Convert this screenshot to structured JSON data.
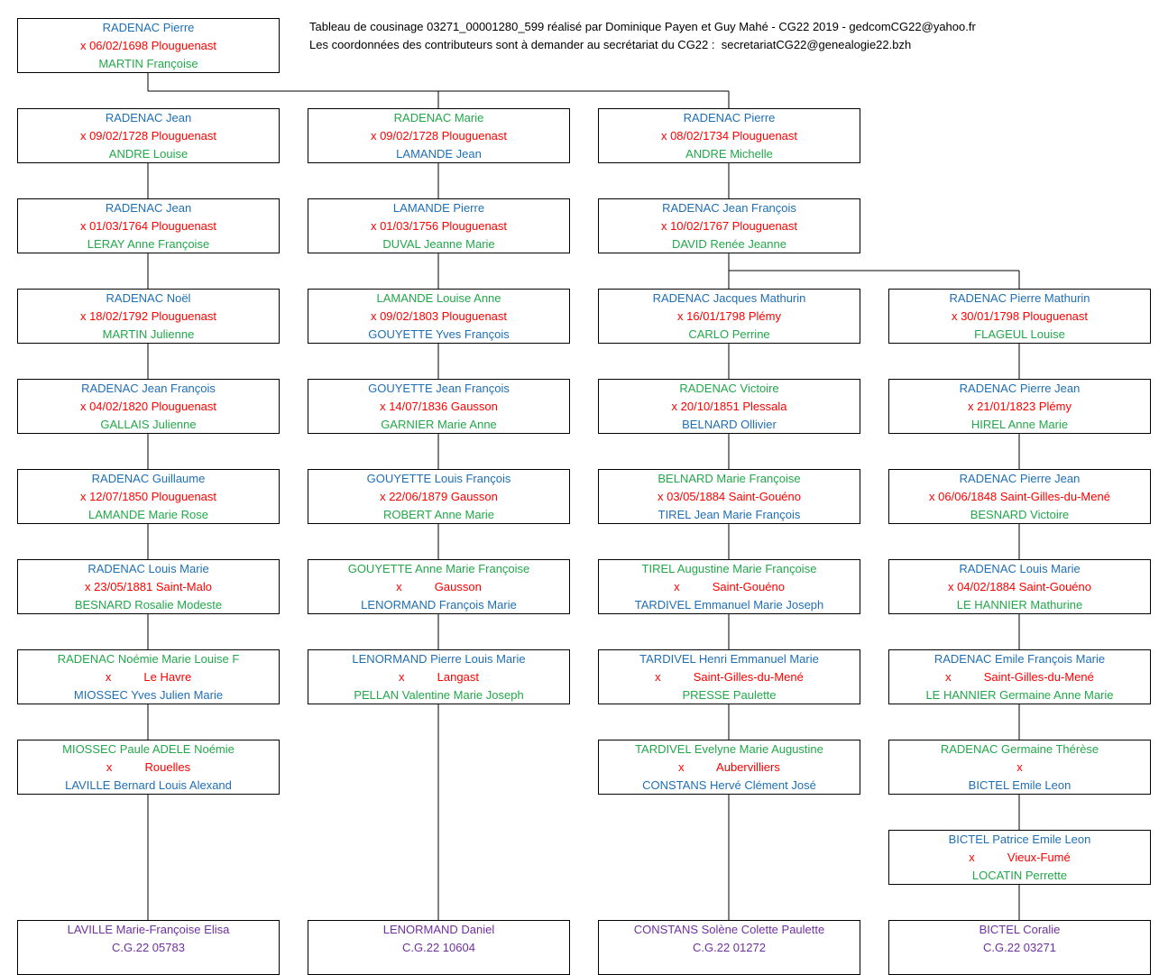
{
  "header": {
    "line1": "Tableau de cousinage 03271_00001280_599 réalisé par Dominique Payen et Guy Mahé - CG22 2019 - gedcomCG22@yahoo.fr",
    "line2": "Les coordonnées des contributeurs sont à demander au secrétariat du CG22 :  secretariatCG22@genealogie22.bzh"
  },
  "colors": {
    "blue": "#1f6fb5",
    "red": "#ff0000",
    "green": "#22a84a",
    "purple": "#7030a0",
    "line": "#000000"
  },
  "root": {
    "l1": "RADENAC Pierre",
    "c1": "blue",
    "l2": "x 06/02/1698 Plouguenast",
    "c2": "red",
    "l3": "MARTIN Françoise",
    "c3": "green"
  },
  "columns": [
    {
      "boxes": [
        {
          "l1": "RADENAC Jean",
          "c1": "blue",
          "l2": "x 09/02/1728 Plouguenast",
          "c2": "red",
          "l3": "ANDRE Louise",
          "c3": "green"
        },
        {
          "l1": "RADENAC Jean",
          "c1": "blue",
          "l2": "x 01/03/1764 Plouguenast",
          "c2": "red",
          "l3": "LERAY Anne Françoise",
          "c3": "green"
        },
        {
          "l1": "RADENAC Noël",
          "c1": "blue",
          "l2": "x 18/02/1792 Plouguenast",
          "c2": "red",
          "l3": "MARTIN Julienne",
          "c3": "green"
        },
        {
          "l1": "RADENAC Jean François",
          "c1": "blue",
          "l2": "x 04/02/1820 Plouguenast",
          "c2": "red",
          "l3": "GALLAIS Julienne",
          "c3": "green"
        },
        {
          "l1": "RADENAC Guillaume",
          "c1": "blue",
          "l2": "x 12/07/1850 Plouguenast",
          "c2": "red",
          "l3": "LAMANDE Marie Rose",
          "c3": "green"
        },
        {
          "l1": "RADENAC Louis Marie",
          "c1": "blue",
          "l2": "x 23/05/1881 Saint-Malo",
          "c2": "red",
          "l3": "BESNARD Rosalie Modeste",
          "c3": "green"
        },
        {
          "l1": "RADENAC Noémie Marie Louise F",
          "c1": "green",
          "l2": "x          Le Havre",
          "c2": "red",
          "l3": "MIOSSEC Yves Julien Marie",
          "c3": "blue"
        },
        {
          "l1": "MIOSSEC Paule ADELE Noémie",
          "c1": "green",
          "l2": "x          Rouelles",
          "c2": "red",
          "l3": "LAVILLE Bernard Louis Alexand",
          "c3": "blue"
        }
      ],
      "final": {
        "l1": "LAVILLE Marie-Françoise Elisa",
        "l2": "C.G.22 05783"
      }
    },
    {
      "boxes": [
        {
          "l1": "RADENAC Marie",
          "c1": "green",
          "l2": "x 09/02/1728 Plouguenast",
          "c2": "red",
          "l3": "LAMANDE Jean",
          "c3": "blue"
        },
        {
          "l1": "LAMANDE Pierre",
          "c1": "blue",
          "l2": "x 01/03/1756 Plouguenast",
          "c2": "red",
          "l3": "DUVAL Jeanne Marie",
          "c3": "green"
        },
        {
          "l1": "LAMANDE Louise Anne",
          "c1": "green",
          "l2": "x 09/02/1803 Plouguenast",
          "c2": "red",
          "l3": "GOUYETTE Yves François",
          "c3": "blue"
        },
        {
          "l1": "GOUYETTE Jean François",
          "c1": "blue",
          "l2": "x 14/07/1836 Gausson",
          "c2": "red",
          "l3": "GARNIER Marie Anne",
          "c3": "green"
        },
        {
          "l1": "GOUYETTE Louis François",
          "c1": "blue",
          "l2": "x 22/06/1879 Gausson",
          "c2": "red",
          "l3": "ROBERT Anne Marie",
          "c3": "green"
        },
        {
          "l1": "GOUYETTE Anne Marie Françoise",
          "c1": "green",
          "l2": "x          Gausson",
          "c2": "red",
          "l3": "LENORMAND François Marie",
          "c3": "blue"
        },
        {
          "l1": "LENORMAND Pierre Louis Marie",
          "c1": "blue",
          "l2": "x          Langast",
          "c2": "red",
          "l3": "PELLAN Valentine Marie Joseph",
          "c3": "green"
        }
      ],
      "final": {
        "l1": "LENORMAND Daniel",
        "l2": "C.G.22 10604"
      }
    },
    {
      "boxes": [
        {
          "l1": "RADENAC Pierre",
          "c1": "blue",
          "l2": "x 08/02/1734 Plouguenast",
          "c2": "red",
          "l3": "ANDRE Michelle",
          "c3": "green"
        },
        {
          "l1": "RADENAC Jean François",
          "c1": "blue",
          "l2": "x 10/02/1767 Plouguenast",
          "c2": "red",
          "l3": "DAVID Renée Jeanne",
          "c3": "green"
        },
        {
          "l1": "RADENAC Jacques Mathurin",
          "c1": "blue",
          "l2": "x 16/01/1798 Plémy",
          "c2": "red",
          "l3": "CARLO Perrine",
          "c3": "green"
        },
        {
          "l1": "RADENAC Victoire",
          "c1": "green",
          "l2": "x 20/10/1851 Plessala",
          "c2": "red",
          "l3": "BELNARD Ollivier",
          "c3": "blue"
        },
        {
          "l1": "BELNARD Marie Françoise",
          "c1": "green",
          "l2": "x 03/05/1884 Saint-Gouéno",
          "c2": "red",
          "l3": "TIREL Jean Marie François",
          "c3": "blue"
        },
        {
          "l1": "TIREL Augustine Marie Françoise",
          "c1": "green",
          "l2": "x          Saint-Gouéno",
          "c2": "red",
          "l3": "TARDIVEL Emmanuel Marie Joseph",
          "c3": "blue"
        },
        {
          "l1": "TARDIVEL Henri Emmanuel Marie",
          "c1": "blue",
          "l2": "x          Saint-Gilles-du-Mené",
          "c2": "red",
          "l3": "PRESSE Paulette",
          "c3": "green"
        },
        {
          "l1": "TARDIVEL Evelyne Marie Augustine",
          "c1": "green",
          "l2": "x          Aubervilliers",
          "c2": "red",
          "l3": "CONSTANS Hervé Clément José",
          "c3": "blue"
        }
      ],
      "final": {
        "l1": "CONSTANS Solène Colette Paulette",
        "l2": "C.G.22 01272"
      }
    },
    {
      "boxes": [
        {
          "l1": "RADENAC Pierre Mathurin",
          "c1": "blue",
          "l2": "x 30/01/1798 Plouguenast",
          "c2": "red",
          "l3": "FLAGEUL Louise",
          "c3": "green"
        },
        {
          "l1": "RADENAC Pierre Jean",
          "c1": "blue",
          "l2": "x 21/01/1823 Plémy",
          "c2": "red",
          "l3": "HIREL Anne Marie",
          "c3": "green"
        },
        {
          "l1": "RADENAC Pierre Jean",
          "c1": "blue",
          "l2": "x 06/06/1848 Saint-Gilles-du-Mené",
          "c2": "red",
          "l3": "BESNARD Victoire",
          "c3": "green"
        },
        {
          "l1": "RADENAC Louis Marie",
          "c1": "blue",
          "l2": "x 04/02/1884 Saint-Gouéno",
          "c2": "red",
          "l3": "LE HANNIER Mathurine",
          "c3": "green"
        },
        {
          "l1": "RADENAC Emile François Marie",
          "c1": "blue",
          "l2": "x          Saint-Gilles-du-Mené",
          "c2": "red",
          "l3": "LE HANNIER Germaine Anne Marie",
          "c3": "green"
        },
        {
          "l1": "RADENAC Germaine Thérèse",
          "c1": "green",
          "l2": "x",
          "c2": "red",
          "l3": "BICTEL Emile Leon",
          "c3": "blue"
        },
        {
          "l1": "BICTEL Patrice Emile Leon",
          "c1": "blue",
          "l2": "x          Vieux-Fumé",
          "c2": "red",
          "l3": "LOCATIN Perrette",
          "c3": "green"
        }
      ],
      "final": {
        "l1": "BICTEL Coralie",
        "l2": "C.G.22 03271"
      }
    }
  ]
}
